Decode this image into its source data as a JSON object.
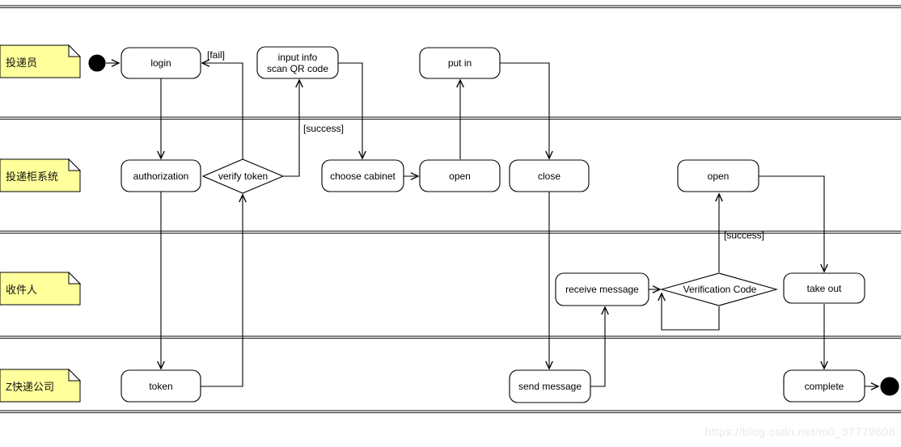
{
  "lanes": [
    {
      "name": "投递员"
    },
    {
      "name": "投递柜系统"
    },
    {
      "name": "收件人"
    },
    {
      "name": "Z快递公司"
    }
  ],
  "nodes": {
    "login": {
      "label": "login"
    },
    "input_info": {
      "line1": "input info",
      "line2": "scan QR code"
    },
    "put_in": {
      "label": "put in"
    },
    "authorization": {
      "label": "authorization"
    },
    "verify_token": {
      "label": "verify token"
    },
    "choose_cabinet": {
      "label": "choose cabinet"
    },
    "open_deposit": {
      "label": "open"
    },
    "close_cabinet": {
      "label": "close"
    },
    "open_pickup": {
      "label": "open"
    },
    "receive_message": {
      "label": "receive message"
    },
    "verification_code": {
      "label": "Verification Code"
    },
    "take_out": {
      "label": "take out"
    },
    "token": {
      "label": "token"
    },
    "send_message": {
      "label": "send message"
    },
    "complete": {
      "label": "complete"
    }
  },
  "edge_labels": {
    "fail": "[fail]",
    "success_token": "[success]",
    "success_code": "[success]"
  },
  "edges": [
    {
      "from": "start",
      "to": "login",
      "label": ""
    },
    {
      "from": "login",
      "to": "authorization",
      "label": ""
    },
    {
      "from": "authorization",
      "to": "token",
      "label": ""
    },
    {
      "from": "token",
      "to": "verify_token",
      "label": ""
    },
    {
      "from": "verify_token",
      "to": "login",
      "label": "[fail]"
    },
    {
      "from": "verify_token",
      "to": "input_info",
      "label": "[success]"
    },
    {
      "from": "input_info",
      "to": "choose_cabinet",
      "label": ""
    },
    {
      "from": "choose_cabinet",
      "to": "open_deposit",
      "label": ""
    },
    {
      "from": "open_deposit",
      "to": "put_in",
      "label": ""
    },
    {
      "from": "put_in",
      "to": "close_cabinet",
      "label": ""
    },
    {
      "from": "close_cabinet",
      "to": "send_message",
      "label": ""
    },
    {
      "from": "send_message",
      "to": "receive_message",
      "label": ""
    },
    {
      "from": "receive_message",
      "to": "verification_code",
      "label": ""
    },
    {
      "from": "verification_code",
      "to": "verification_code",
      "label": "retry-loop"
    },
    {
      "from": "verification_code",
      "to": "open_pickup",
      "label": "[success]"
    },
    {
      "from": "open_pickup",
      "to": "take_out",
      "label": ""
    },
    {
      "from": "take_out",
      "to": "complete",
      "label": ""
    },
    {
      "from": "complete",
      "to": "end",
      "label": ""
    }
  ],
  "watermark": "https://blog.csdn.net/m0_37779608",
  "colors": {
    "note_fill": "#FFFF9C",
    "node_fill": "#FFFFFF",
    "stroke": "#000000",
    "lane_border": "#3C3C3C",
    "watermark": "#E9E9E9"
  }
}
